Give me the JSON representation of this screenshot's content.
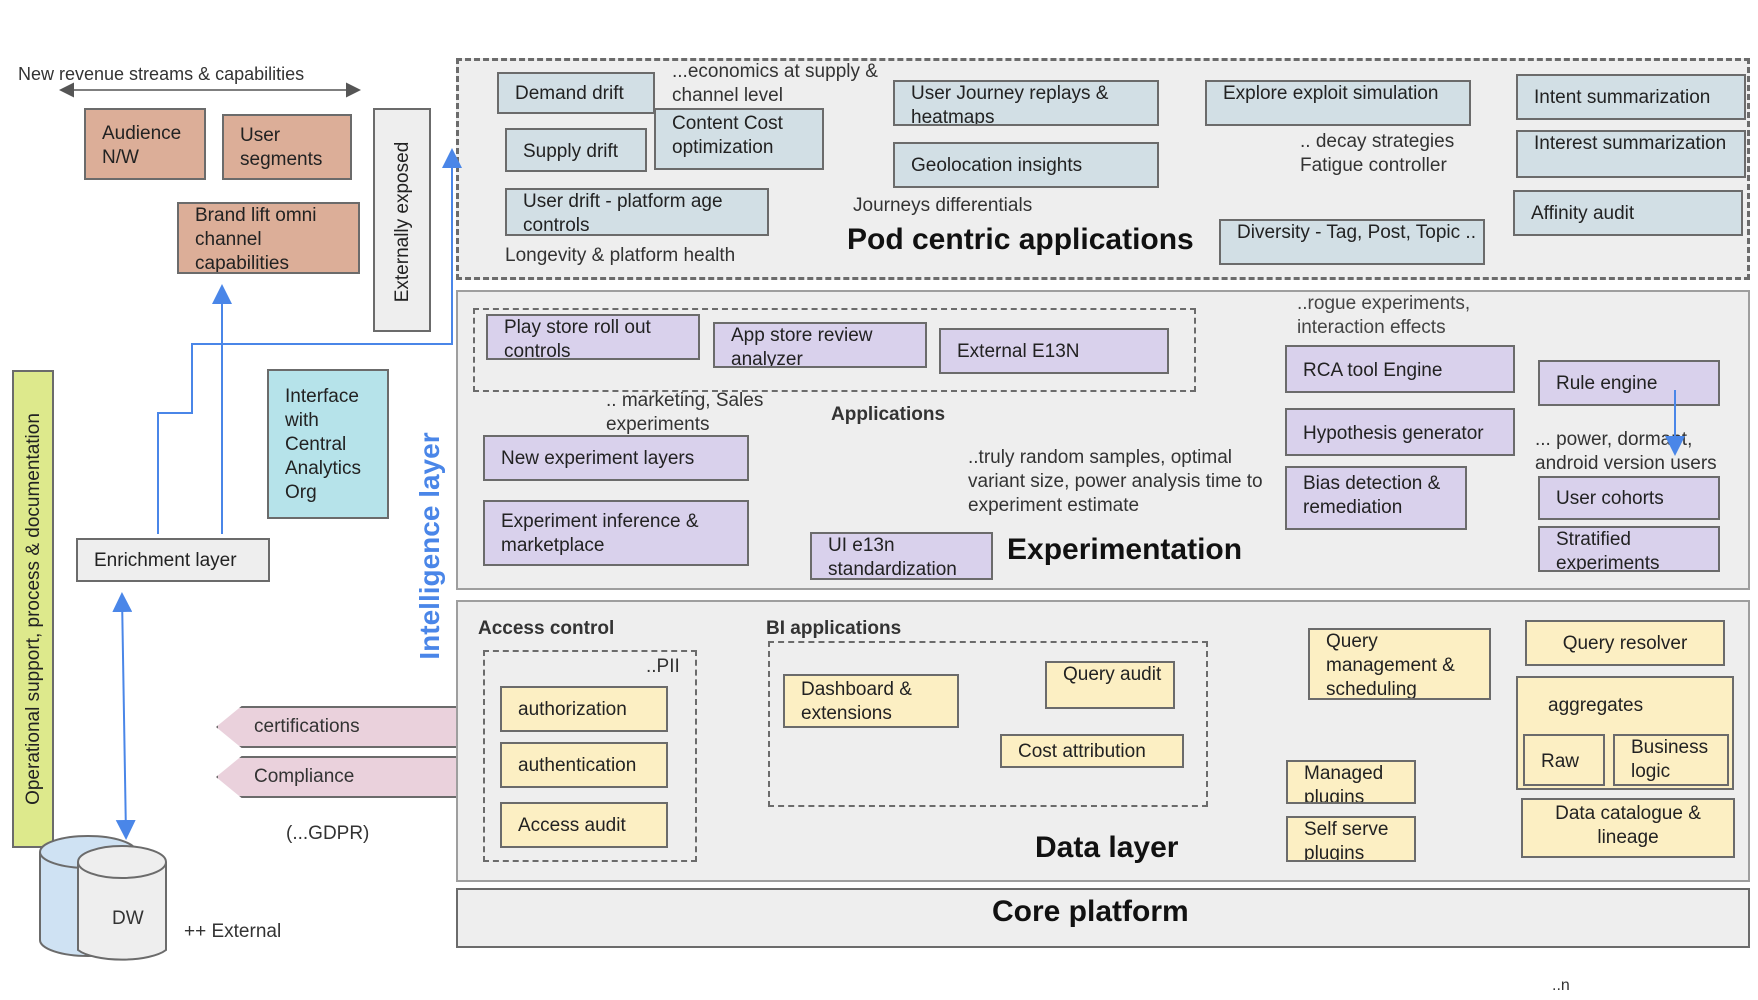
{
  "left": {
    "revenue_label": "New revenue streams & capabilities",
    "audience": "Audience N/W",
    "user_segments": "User segments",
    "brand_lift": "Brand lift omni channel capabilities",
    "externally_exposed": "Externally exposed",
    "interface": "Interface with Central Analytics Org",
    "enrichment": "Enrichment layer",
    "operational": "Operational support, process & documentation",
    "certifications": "certifications",
    "compliance": "Compliance",
    "gdpr": "(...GDPR)",
    "dw": "DW",
    "external": "++ External"
  },
  "intelligence_label": "Intelligence layer",
  "pod": {
    "title": "Pod centric applications",
    "demand_drift": "Demand drift",
    "supply_drift": "Supply drift",
    "economics": "...economics at supply & channel level",
    "content_cost": "Content Cost optimization",
    "user_drift": "User drift - platform age controls",
    "longevity": "Longevity & platform health",
    "user_journey": "User Journey replays & heatmaps",
    "geolocation": "Geolocation insights",
    "journeys_diff": "Journeys differentials",
    "explore_exploit": "Explore exploit simulation",
    "decay": ".. decay strategies Fatigue controller",
    "diversity": "Diversity - Tag, Post, Topic ..",
    "intent": "Intent summarization",
    "interest": "Interest summarization",
    "affinity": "Affinity audit"
  },
  "exp": {
    "title": "Experimentation",
    "play_store": "Play store roll out controls",
    "app_store": "App store review analyzer",
    "external_e13n": "External E13N",
    "marketing": ".. marketing, Sales experiments",
    "applications": "Applications",
    "new_layers": "New experiment layers",
    "inference": "Experiment inference & marketplace",
    "ui_e13n": "UI e13n standardization",
    "random": "..truly random samples, optimal variant size, power analysis time to experiment estimate",
    "rogue": "..rogue experiments, interaction effects",
    "rca": "RCA tool Engine",
    "hypothesis": "Hypothesis generator",
    "bias": "Bias detection & remediation",
    "rule_engine": "Rule engine",
    "power": "... power, dormant, android version users",
    "cohorts": "User cohorts",
    "stratified": "Stratified experiments"
  },
  "data": {
    "title": "Data layer",
    "access_control": "Access control",
    "pii": "..PII",
    "authorization": "authorization",
    "authentication": "authentication",
    "access_audit": "Access audit",
    "bi": "BI applications",
    "dashboard": "Dashboard & extensions",
    "query_audit": "Query audit",
    "cost_attr": "Cost attribution",
    "query_mgmt": "Query management & scheduling",
    "managed_plugins": "Managed plugins",
    "self_serve": "Self serve plugins",
    "query_resolver": "Query resolver",
    "aggregates": "aggregates",
    "raw": "Raw",
    "business_logic": "Business logic",
    "catalogue": "Data catalogue & lineage"
  },
  "core": {
    "title": "Core platform",
    "n": "..n"
  },
  "colors": {
    "arrow": "#4a86e8",
    "intelligence": "#4a86e8"
  }
}
